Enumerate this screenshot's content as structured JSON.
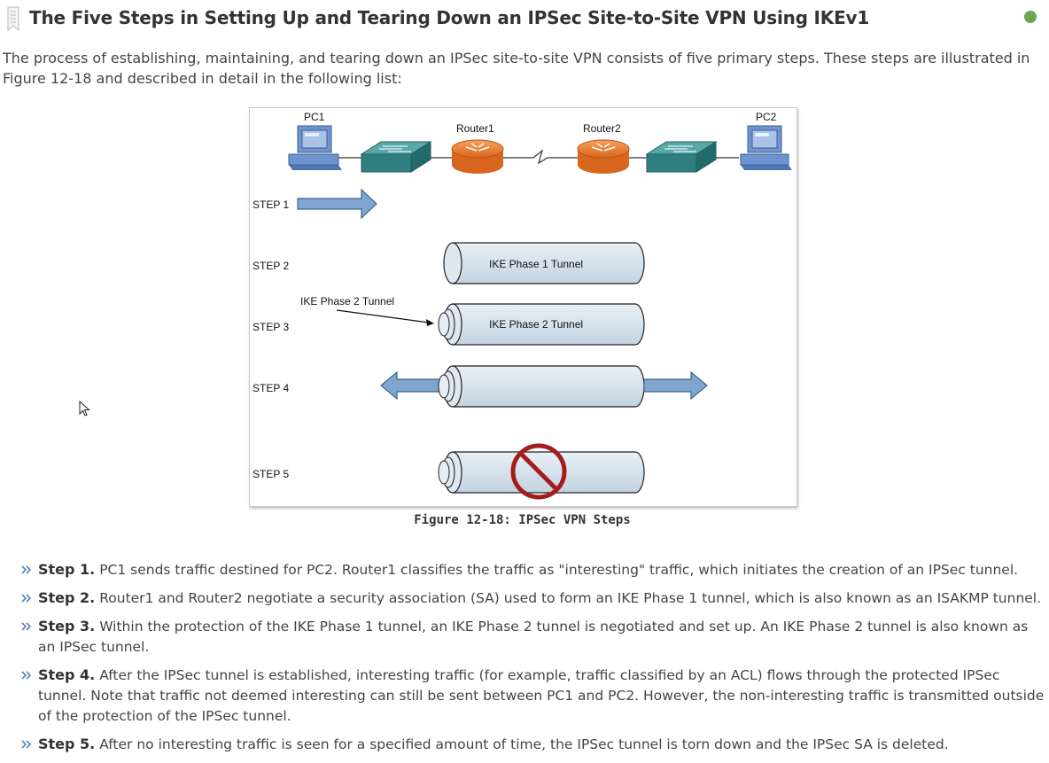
{
  "page": {
    "title": "The Five Steps in Setting Up and Tearing Down an IPSec Site-to-Site VPN Using IKEv1",
    "intro": "The process of establishing, maintaining, and tearing down an IPSec site-to-site VPN consists of five primary steps. These steps are illustrated in Figure 12-18 and described in detail in the following list:"
  },
  "figure": {
    "caption": "Figure 12-18: IPSec VPN Steps",
    "labels": {
      "pc1": "PC1",
      "pc2": "PC2",
      "router1": "Router1",
      "router2": "Router2",
      "step1": "STEP 1",
      "step2": "STEP 2",
      "step3": "STEP 3",
      "step4": "STEP 4",
      "step5": "STEP 5",
      "ike_phase1_tunnel": "IKE Phase 1 Tunnel",
      "ike_phase2_tunnel": "IKE Phase 2 Tunnel",
      "ike_phase2_callout": "IKE Phase 2 Tunnel"
    }
  },
  "steps": [
    {
      "label": "Step 1.",
      "text": " PC1 sends traffic destined for PC2. Router1 classifies the traffic as \"interesting\" traffic, which initiates the creation of an IPSec tunnel."
    },
    {
      "label": "Step 2.",
      "text": " Router1 and Router2 negotiate a security association (SA) used to form an IKE Phase 1 tunnel, which is also known as an ISAKMP tunnel."
    },
    {
      "label": "Step 3.",
      "text": " Within the protection of the IKE Phase 1 tunnel, an IKE Phase 2 tunnel is negotiated and set up. An IKE Phase 2 tunnel is also known as an IPSec tunnel."
    },
    {
      "label": "Step 4.",
      "text": " After the IPSec tunnel is established, interesting traffic (for example, traffic classified by an ACL) flows through the protected IPSec tunnel. Note that traffic not deemed interesting can still be sent between PC1 and PC2. However, the non-interesting traffic is transmitted outside of the protection of the IPSec tunnel."
    },
    {
      "label": "Step 5.",
      "text": " After no interesting traffic is seen for a specified amount of time, the IPSec tunnel is torn down and the IPSec SA is deleted."
    }
  ],
  "colors": {
    "status_dot": "#6aa84f",
    "tunnel_fill": "#d8e4ee",
    "arrow_fill": "#7fa6cf",
    "router_fill": "#f08a3c",
    "switch_fill": "#2f7f80",
    "prohibit": "#a31d1d"
  },
  "icons": [
    "bookmark-icon",
    "status-dot",
    "step-bullet-icon",
    "mouse-cursor-icon"
  ]
}
